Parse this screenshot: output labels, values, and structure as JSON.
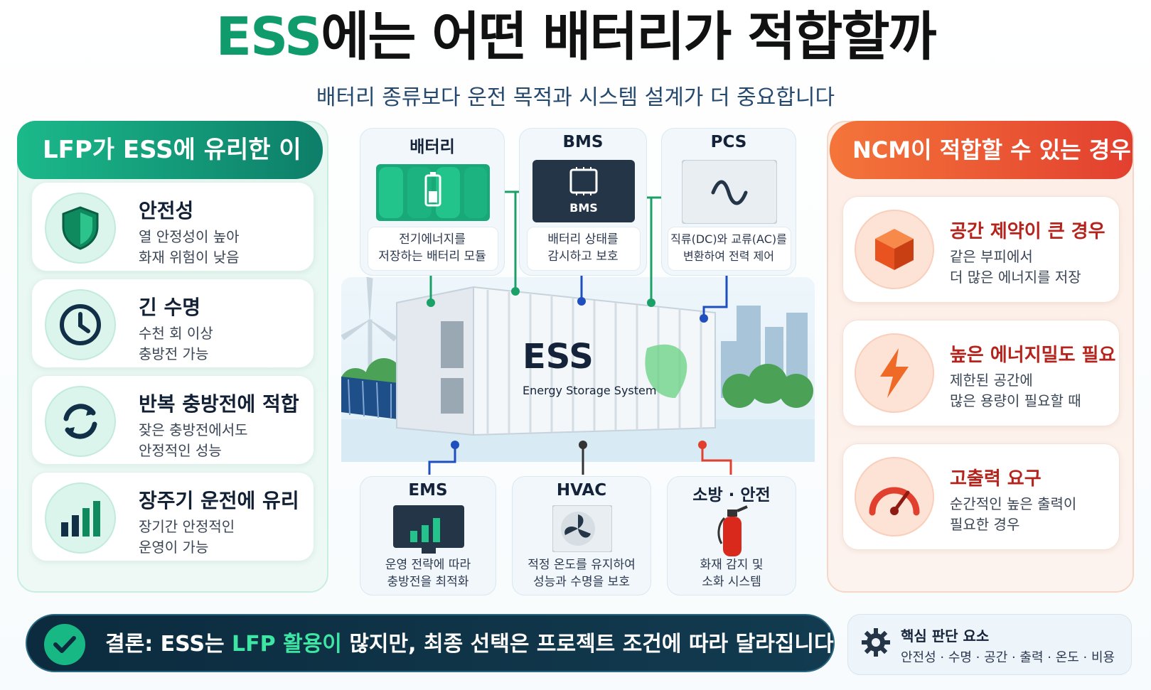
{
  "header": {
    "title_highlight": "ESS",
    "title_rest": "에는 어떤 배터리가 적합할까",
    "subtitle": "배터리 종류보다 운전 목적과 시스템 설계가 더 중요합니다"
  },
  "left_panel": {
    "banner": "LFP가 ESS에 유리한 이유",
    "items": [
      {
        "title": "안전성",
        "line1": "열 안정성이 높아",
        "line2": "화재 위험이 낮음",
        "icon": "shield-icon"
      },
      {
        "title": "긴 수명",
        "line1": "수천 회 이상",
        "line2": "충방전 가능",
        "icon": "clock-icon"
      },
      {
        "title": "반복 충방전에 적합",
        "line1": "잦은 충방전에서도",
        "line2": "안정적인 성능",
        "icon": "refresh-icon"
      },
      {
        "title": "장주기 운전에 유리",
        "line1": "장기간 안정적인",
        "line2": "운영이 가능",
        "icon": "bar-chart-icon"
      }
    ]
  },
  "right_panel": {
    "banner": "NCM이 적합할 수 있는 경우",
    "items": [
      {
        "title": "공간 제약이 큰 경우",
        "line1": "같은 부피에서",
        "line2": "더 많은 에너지를 저장",
        "icon": "cube-icon"
      },
      {
        "title": "높은 에너지밀도 필요",
        "line1": "제한된 공간에",
        "line2": "많은 용량이 필요할 때",
        "icon": "lightning-icon"
      },
      {
        "title": "고출력 요구",
        "line1": "순간적인 높은 출력이",
        "line2": "필요한 경우",
        "icon": "gauge-icon"
      }
    ]
  },
  "components": {
    "battery": {
      "label": "배터리",
      "line1": "전기에너지를",
      "line2": "저장하는 배터리 모듈"
    },
    "bms": {
      "label": "BMS",
      "badge": "BMS",
      "line1": "배터리 상태를",
      "line2": "감시하고 보호"
    },
    "pcs": {
      "label": "PCS",
      "line1": "직류(DC)와 교류(AC)를",
      "line2": "변환하여 전력 제어"
    },
    "ems": {
      "label": "EMS",
      "line1": "운영 전략에 따라",
      "line2": "충방전을 최적화"
    },
    "hvac": {
      "label": "HVAC",
      "line1": "적정 온도를 유지하여",
      "line2": "성능과 수명을 보호"
    },
    "safety": {
      "label": "소방 · 안전",
      "line1": "화재 감지 및",
      "line2": "소화 시스템"
    }
  },
  "container": {
    "label": "ESS",
    "sublabel": "Energy Storage System"
  },
  "conclusion": {
    "prefix": "결론: ESS는 ",
    "highlight": "LFP 활용이",
    "suffix": " 많지만, 최종 선택은 프로젝트 조건에 따라 달라집니다"
  },
  "key_factors": {
    "title": "핵심 판단 요소",
    "items": "안전성 · 수명 · 공간 · 출력 · 온도 · 비용"
  },
  "colors": {
    "lfp_green": "#0f9b6b",
    "ncm_orange": "#e2402f",
    "navy": "#0c2b3e"
  }
}
